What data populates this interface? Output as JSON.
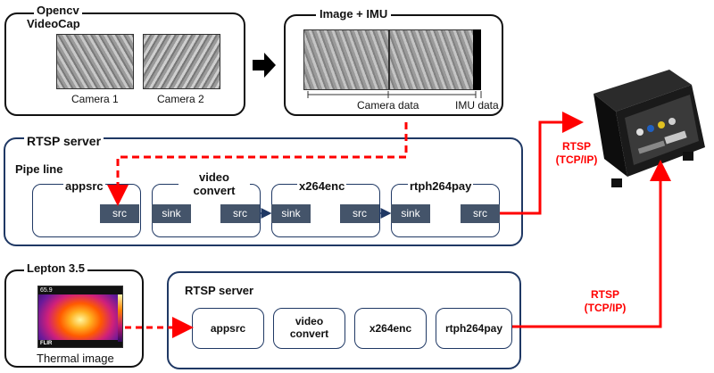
{
  "opencv": {
    "title_line1": "Opencv",
    "title_line2": "VideoCap",
    "camera1": "Camera 1",
    "camera2": "Camera 2"
  },
  "imu": {
    "title": "Image + IMU",
    "camera_data": "Camera data",
    "imu_data": "IMU data"
  },
  "rtsp_top": {
    "title": "RTSP server",
    "pipeline": "Pipe line",
    "elements": {
      "appsrc": "appsrc",
      "video_convert_1": "video",
      "video_convert_2": "convert",
      "x264enc": "x264enc",
      "rtph264pay": "rtph264pay"
    },
    "pads": {
      "src": "src",
      "sink": "sink"
    }
  },
  "lepton": {
    "title": "Lepton 3.5",
    "caption": "Thermal image",
    "temp_readout": "65.9",
    "brand": "FLIR"
  },
  "rtsp_bottom": {
    "title": "RTSP server",
    "elements": {
      "appsrc": "appsrc",
      "video_1": "video",
      "video_2": "convert",
      "x264enc": "x264enc",
      "rtph264pay": "rtph264pay"
    }
  },
  "protocol": {
    "line1": "RTSP",
    "line2": "(TCP/IP)"
  },
  "colors": {
    "arrow_red": "#ff0000",
    "panel_border": "#1f3864",
    "pad_fill": "#44546a"
  }
}
